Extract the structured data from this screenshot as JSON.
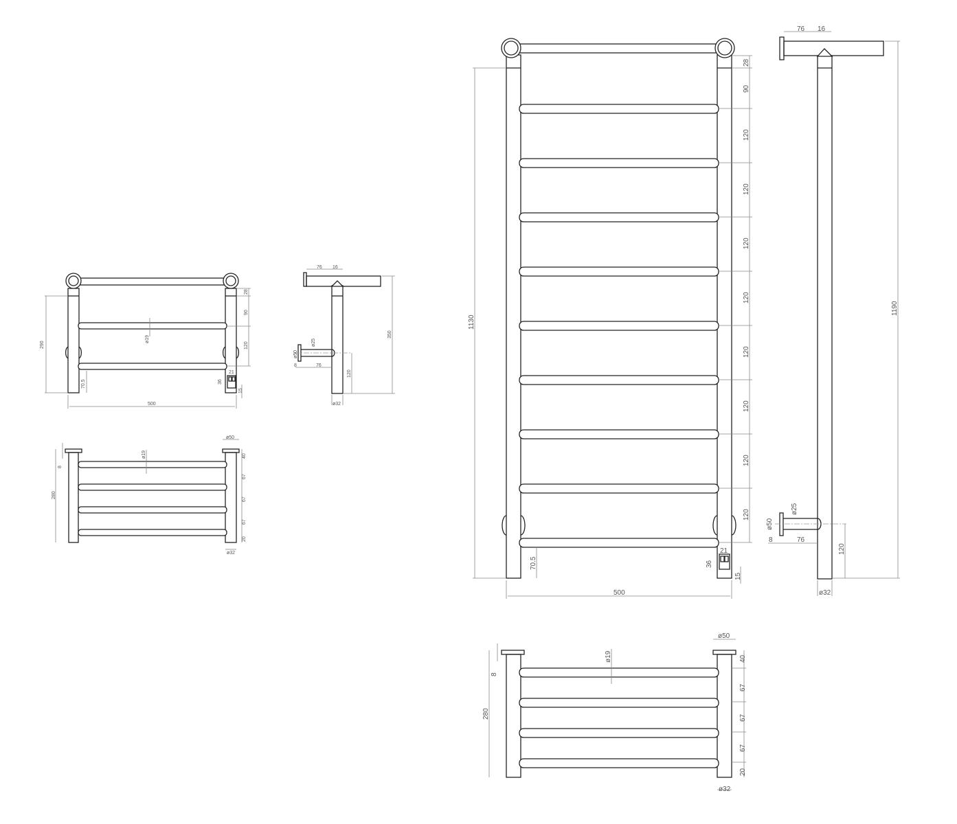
{
  "drawing": {
    "subject": "Ladder towel rail technical drawing",
    "small_front": {
      "overall_height": "290",
      "width": "500",
      "dims_right": [
        "28",
        "90",
        "120"
      ],
      "bottom_clearance": "70.5",
      "rung_dia": "ø19",
      "box_w": "21",
      "box_h": "36",
      "box_offset": "15"
    },
    "small_side": {
      "arm": "76",
      "arm_tip": "16",
      "height": "350",
      "bracket_dia": "ø25",
      "plate_dia": "ø50",
      "plate_t": "8",
      "bracket_arm": "76",
      "bracket_h": "120",
      "post_dia": "ø32"
    },
    "small_top": {
      "depth": "280",
      "plate_t": "8",
      "rung_dia": "ø19",
      "plate_dia": "ø50",
      "dims_right": [
        "40",
        "67",
        "67",
        "67",
        "20"
      ],
      "post_dia": "ø32"
    },
    "large_front": {
      "overall_height": "1130",
      "width": "500",
      "dims_right": [
        "28",
        "90",
        "120",
        "120",
        "120",
        "120",
        "120",
        "120",
        "120",
        "120"
      ],
      "bottom_clearance": "70.5",
      "box_w": "21",
      "box_h": "36",
      "box_offset": "15"
    },
    "large_side": {
      "arm": "76",
      "arm_tip": "16",
      "height": "1190",
      "bracket_dia": "ø25",
      "plate_dia": "ø50",
      "plate_t": "8",
      "bracket_arm": "76",
      "bracket_h": "120",
      "post_dia": "ø32"
    },
    "large_top": {
      "depth": "280",
      "plate_t": "8",
      "rung_dia": "ø19",
      "plate_dia": "ø50",
      "dims_right": [
        "40",
        "67",
        "67",
        "67",
        "20"
      ],
      "post_dia": "ø32"
    }
  }
}
